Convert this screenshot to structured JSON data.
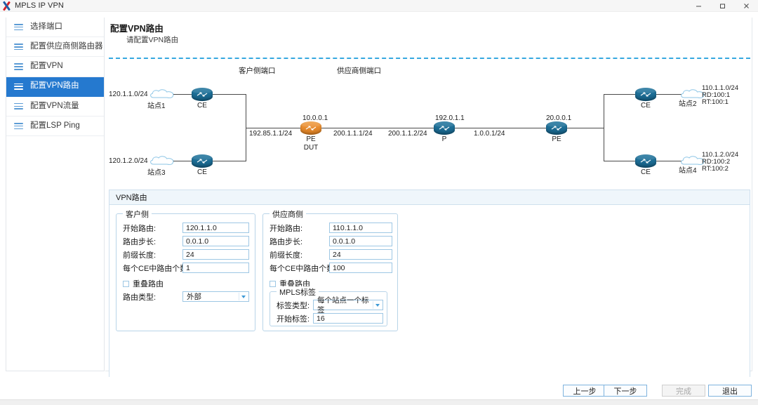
{
  "window": {
    "title": "MPLS IP VPN",
    "icon": "xinertel-x-logo-icon",
    "controls": {
      "minimize": "minimize-icon",
      "maximize": "maximize-icon",
      "close": "close-icon"
    }
  },
  "sidebar": {
    "items": [
      {
        "label": "选择端口",
        "active": false
      },
      {
        "label": "配置供应商侧路由器",
        "active": false
      },
      {
        "label": "配置VPN",
        "active": false
      },
      {
        "label": "配置VPN路由",
        "active": true
      },
      {
        "label": "配置VPN流量",
        "active": false
      },
      {
        "label": "配置LSP Ping",
        "active": false
      }
    ]
  },
  "header": {
    "title": "配置VPN路由",
    "subtitle": "请配置VPN路由"
  },
  "diagram": {
    "zone_labels": {
      "customer": "客户侧端口",
      "provider": "供应商侧端口"
    },
    "left_clouds": [
      {
        "prefix": "120.1.1.0/24",
        "site": "站点1"
      },
      {
        "prefix": "120.1.2.0/24",
        "site": "站点3"
      }
    ],
    "right_clouds": [
      {
        "prefix": "110.1.1.0/24",
        "rd": "RD:100:1",
        "rt": "RT:100:1",
        "site": "站点2"
      },
      {
        "prefix": "110.1.2.0/24",
        "rd": "RD:100:2",
        "rt": "RT:100:2",
        "site": "站点4"
      }
    ],
    "nodes": {
      "ce_left_top": "CE",
      "ce_left_bottom": "CE",
      "pe_dut_name": "PE",
      "pe_dut_sub": "DUT",
      "pe_dut_ip": "10.0.0.1",
      "p_name": "P",
      "p_ip": "192.0.1.1",
      "pe_right_name": "PE",
      "pe_right_ip": "20.0.0.1",
      "ce_right_top": "CE",
      "ce_right_bottom": "CE"
    },
    "link_labels": {
      "ce_to_pe": "192.85.1.1/24",
      "pe_to_p_left": "200.1.1.1/24",
      "pe_to_p_right": "200.1.1.2/24",
      "p_to_pe": "1.0.0.1/24"
    }
  },
  "form": {
    "panel_title": "VPN路由",
    "customer": {
      "group_title": "客户侧",
      "fields": [
        {
          "label": "开始路由:",
          "value": "120.1.1.0"
        },
        {
          "label": "路由步长:",
          "value": "0.0.1.0"
        },
        {
          "label": "前缀长度:",
          "value": "24"
        },
        {
          "label": "每个CE中路由个数:",
          "value": "1"
        }
      ],
      "checkbox": {
        "label": "重叠路由",
        "checked": false
      },
      "route_type": {
        "label": "路由类型:",
        "value": "外部"
      }
    },
    "provider": {
      "group_title": "供应商侧",
      "fields": [
        {
          "label": "开始路由:",
          "value": "110.1.1.0"
        },
        {
          "label": "路由步长:",
          "value": "0.0.1.0"
        },
        {
          "label": "前缀长度:",
          "value": "24"
        },
        {
          "label": "每个CE中路由个数:",
          "value": "100"
        }
      ],
      "checkbox": {
        "label": "重叠路由",
        "checked": false
      },
      "mpls": {
        "group_title": "MPLS标签",
        "label_type": {
          "label": "标签类型:",
          "value": "每个站点一个标签"
        },
        "start_label": {
          "label": "开始标签:",
          "value": "16"
        }
      }
    }
  },
  "footer": {
    "prev": "上一步",
    "next": "下一步",
    "finish": "完成",
    "exit": "退出"
  },
  "colors": {
    "accent": "#2579cf",
    "router_blue": "#1d6e96",
    "router_orange": "#e88c2e",
    "dashed_line": "#36a8e0",
    "panel_border": "#cfe0ee"
  }
}
